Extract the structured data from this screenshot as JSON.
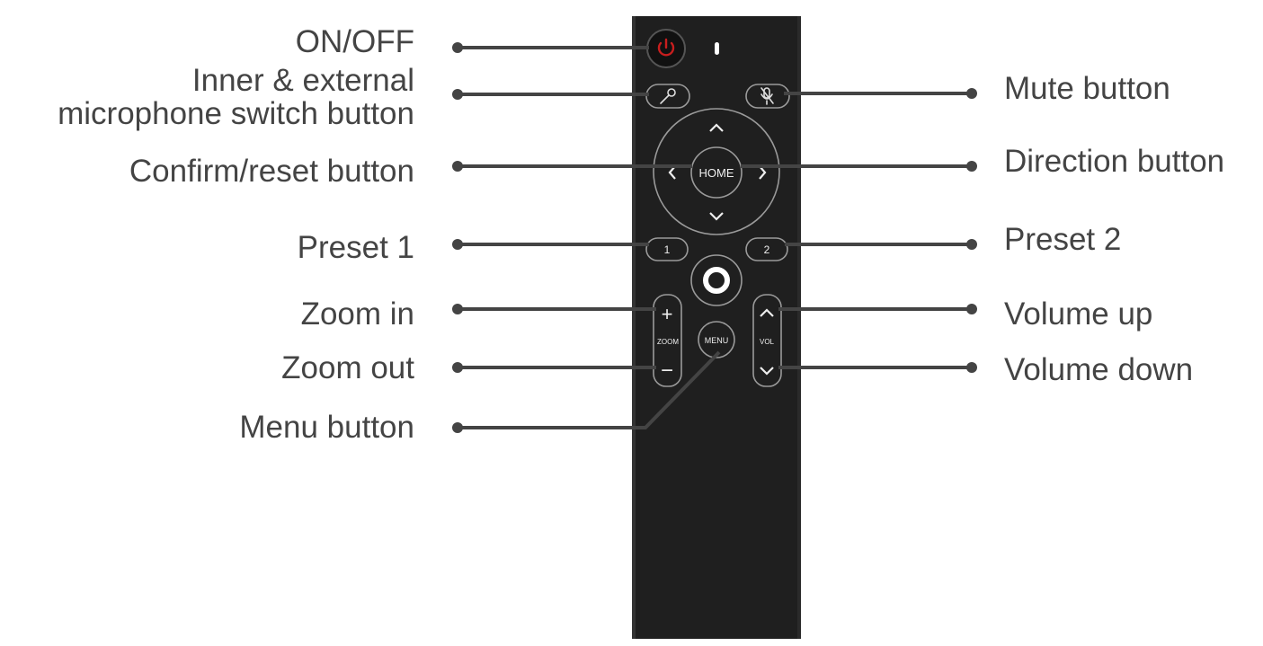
{
  "colors": {
    "remote_body": "#1f1f1f",
    "button_outline": "#9a9a9a",
    "power_red": "#c81e1e",
    "leader_line": "#444444",
    "label_text": "#444444"
  },
  "remote": {
    "buttons": {
      "home": "HOME",
      "preset1": "1",
      "preset2": "2",
      "zoom_plus": "+",
      "zoom_label": "ZOOM",
      "zoom_minus": "−",
      "menu": "MENU",
      "vol_label": "VOL"
    },
    "icons": [
      "power-icon",
      "microphone-icon",
      "mute-microphone-icon",
      "arrow-up-icon",
      "arrow-down-icon",
      "arrow-left-icon",
      "arrow-right-icon",
      "ring-icon",
      "chevron-up-icon",
      "chevron-down-icon"
    ]
  },
  "labels": {
    "on_off": "ON/OFF",
    "mic_switch_line1": "Inner & external",
    "mic_switch_line2": "microphone switch button",
    "confirm_reset": "Confirm/reset button",
    "preset1": "Preset 1",
    "zoom_in": "Zoom in",
    "zoom_out": "Zoom out",
    "menu": "Menu button",
    "mute": "Mute button",
    "direction": "Direction button",
    "preset2": "Preset 2",
    "volume_up": "Volume up",
    "volume_down": "Volume down"
  }
}
